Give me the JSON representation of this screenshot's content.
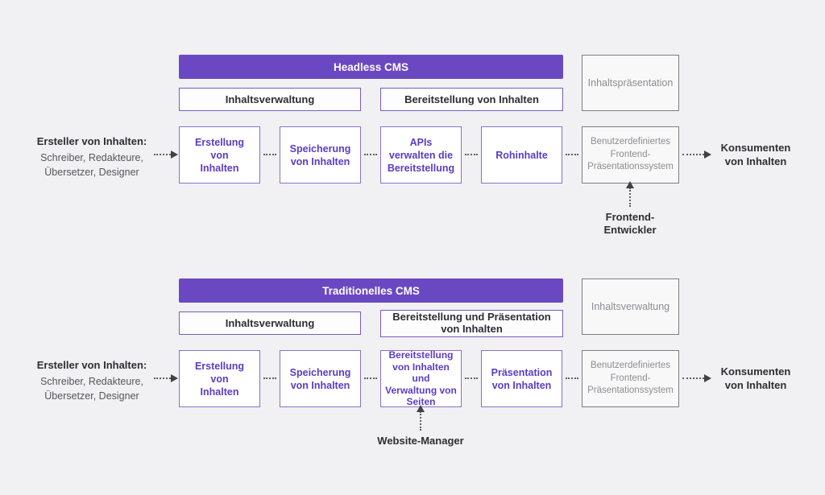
{
  "colors": {
    "background": "#f1f0f3",
    "purple_bar": "#6a48c2",
    "purple_border": "#8a70cc",
    "purple_text": "#5b3cc4",
    "gray_border": "#7d7d82",
    "gray_text": "#8d8d93",
    "dark_text": "#2e2d33",
    "connector": "#5f5f64"
  },
  "sections": [
    {
      "title": "Headless CMS",
      "subheaders": [
        "Inhaltsverwaltung",
        "Bereitstellung von Inhalten"
      ],
      "side_box": "Inhaltspräsentation",
      "creators": {
        "title": "Ersteller von Inhalten:",
        "line1": "Schreiber, Redakteure,",
        "line2": "Übersetzer, Designer"
      },
      "flow": [
        "Erstellung\nvon\nInhalten",
        "Speicherung\nvon Inhalten",
        "APIs\nverwalten die\nBereitstellung",
        "Rohinhalte"
      ],
      "frontend_box": "Benutzerdefiniertes\nFrontend-\nPräsentationssystem",
      "consumers": "Konsumenten\nvon Inhalten",
      "actor": "Frontend-\nEntwickler"
    },
    {
      "title": "Traditionelles CMS",
      "subheaders": [
        "Inhaltsverwaltung",
        "Bereitstellung und Präsentation von Inhalten"
      ],
      "side_box": "Inhaltsverwaltung",
      "creators": {
        "title": "Ersteller von Inhalten:",
        "line1": "Schreiber, Redakteure,",
        "line2": "Übersetzer, Designer"
      },
      "flow": [
        "Erstellung\nvon\nInhalten",
        "Speicherung\nvon Inhalten",
        "Bereitstellung\nvon Inhalten und\nVerwaltung von\nSeiten",
        "Präsentation\nvon Inhalten"
      ],
      "frontend_box": "Benutzerdefiniertes\nFrontend-\nPräsentationssystem",
      "consumers": "Konsumenten\nvon Inhalten",
      "actor": "Website-Manager"
    }
  ]
}
